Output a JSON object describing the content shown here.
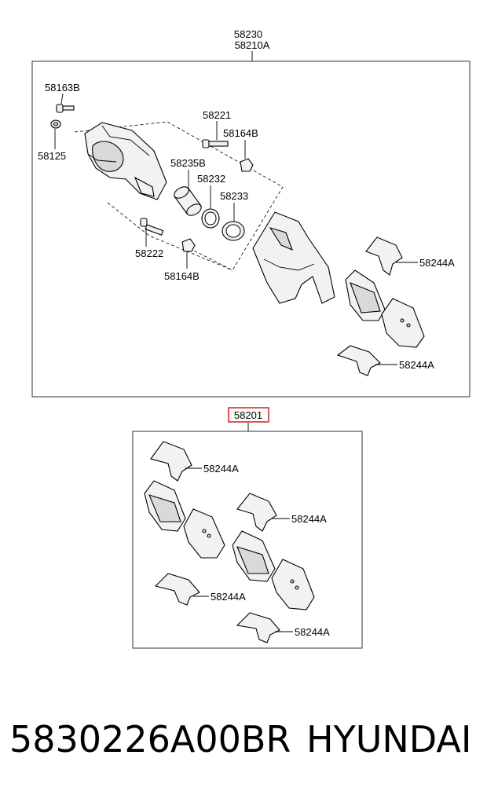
{
  "top_assembly": {
    "part_no_1": "58230",
    "part_no_2": "58210A",
    "labels": {
      "bolt_top": "58163B",
      "washer": "58125",
      "guide_pin_1": "58221",
      "boot_1": "58164B",
      "piston": "58235B",
      "seal": "58232",
      "boot_dust": "58233",
      "guide_pin_2": "58222",
      "boot_2": "58164B",
      "clip_1": "58244A",
      "clip_2": "58244A"
    }
  },
  "pad_kit": {
    "part_no": "58201",
    "highlight_color": "#d32f2f",
    "labels": {
      "clip_a": "58244A",
      "clip_b": "58244A",
      "clip_c": "58244A",
      "clip_d": "58244A"
    }
  },
  "footer": {
    "part_number": "5830226A00BR",
    "brand": "HYUNDAI"
  }
}
